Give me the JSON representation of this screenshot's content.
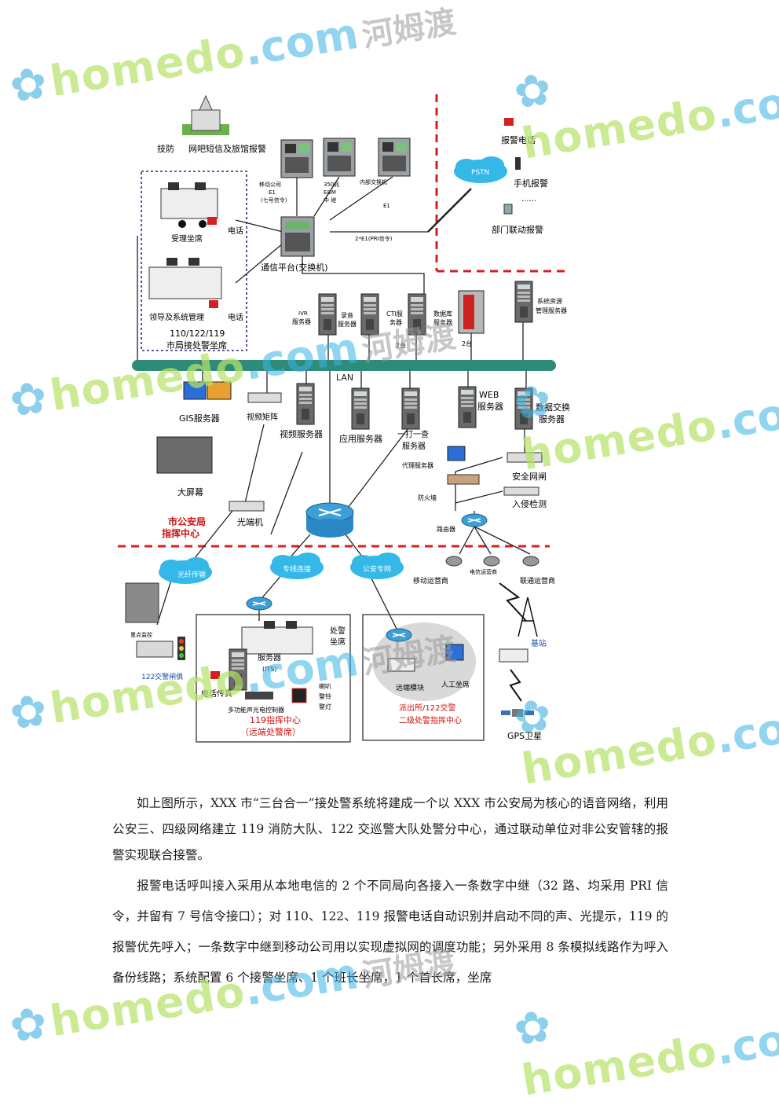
{
  "diagram": {
    "top_left": {
      "tech_defense": "技防",
      "net_sms": "网吧短信及旅馆报警"
    },
    "mobile_co": [
      "移动公司",
      "E1",
      "(七号信令)"
    ],
    "line350": [
      "350兆",
      "E&M",
      "中 继"
    ],
    "internal_switch": "内部交换机",
    "e1": "E1",
    "alarm_phone": "报警电话",
    "pstn": "PSTN",
    "mobile_alarm": "手机报警",
    "dots": "......",
    "dept_alarm": "部门联动报警",
    "accept_seat": "受理坐席",
    "phone": "电话",
    "comm_platform": "通信平台(交换机)",
    "e1pri": "2*E1(PRI信令)",
    "leader_mgmt": "领导及系统管理",
    "seats_title": [
      "110/122/119",
      "市局接处警坐席"
    ],
    "ivr": [
      "IVR",
      "服务器"
    ],
    "recorder": [
      "录音",
      "服务器"
    ],
    "cti": [
      "CTI服",
      "务器"
    ],
    "two_units": "2台",
    "db_server": [
      "数据库",
      "服务器"
    ],
    "sys_res": [
      "系统资源",
      "管理服务器"
    ],
    "lan": "LAN",
    "gis": "GIS服务器",
    "video_matrix": "视频矩阵",
    "video_server": "视频服务器",
    "app_server": "应用服务器",
    "onecheck": [
      "一打一查",
      "服务器"
    ],
    "web": [
      "WEB",
      "服务器"
    ],
    "data_exchange": [
      "数据交换",
      "服务器"
    ],
    "big_screen": "大屏幕",
    "proxy": "代理服务器",
    "gateway": "安全网闸",
    "firewall": "防火墙",
    "ids": "入侵检测",
    "router": "路由器",
    "city_police": [
      "市公安局",
      "指挥中心"
    ],
    "optical_term": "光端机",
    "fiber": "光纤传输",
    "dedicated": "专线连接",
    "police_net": "公安专网",
    "mobile_op": "移动运营商",
    "telecom_op": "电信运营商",
    "unicom_op": "联通运营商",
    "key_monitor": "重点监控",
    "traffic_cam": "122交警闸俱",
    "base_station": "基站",
    "gps": "GPS卫星",
    "handle": [
      "处警",
      "坐席"
    ],
    "server_its": [
      "服务器",
      "(ITS)"
    ],
    "phone_transfer": "电话传真",
    "multi_ctrl": "多功能声光电控制器",
    "speaker": [
      "喇叭",
      "警铃",
      "警灯"
    ],
    "remote_119": [
      "119指挥中心",
      "（远端处警席）"
    ],
    "remote_module": "远端模块",
    "manual_seat": "人工坐席",
    "sub_122": [
      "派出所/122交警",
      "二级处警指挥中心"
    ]
  },
  "paragraphs": [
    "如上图所示，XXX 市“三台合一”接处警系统将建成一个以 XXX 市公安局为核心的语音网络，利用公安三、四级网络建立 119 消防大队、122 交巡警大队处警分中心，通过联动单位对非公安管辖的报警实现联合接警。",
    "报警电话呼叫接入采用从本地电信的 2 个不同局向各接入一条数字中继（32 路、均采用 PRI 信令，并留有 7 号信令接口）；对 110、122、119 报警电话自动识别并启动不同的声、光提示，119 的报警优先呼入；一条数字中继到移动公司用以实现虚拟网的调度功能；另外采用 8 条模拟线路作为呼入备份线路；系统配置 6 个接警坐席、1 个班长坐席，1 个首长席，坐席"
  ],
  "watermark": {
    "text": "homedo",
    "dotcom": ".com",
    "cn": "河姆渡"
  },
  "colors": {
    "lan": "#2e8b7a",
    "dashed": "#d42020",
    "cloud": "#33b8e8",
    "accent_red": "#cc1111"
  }
}
